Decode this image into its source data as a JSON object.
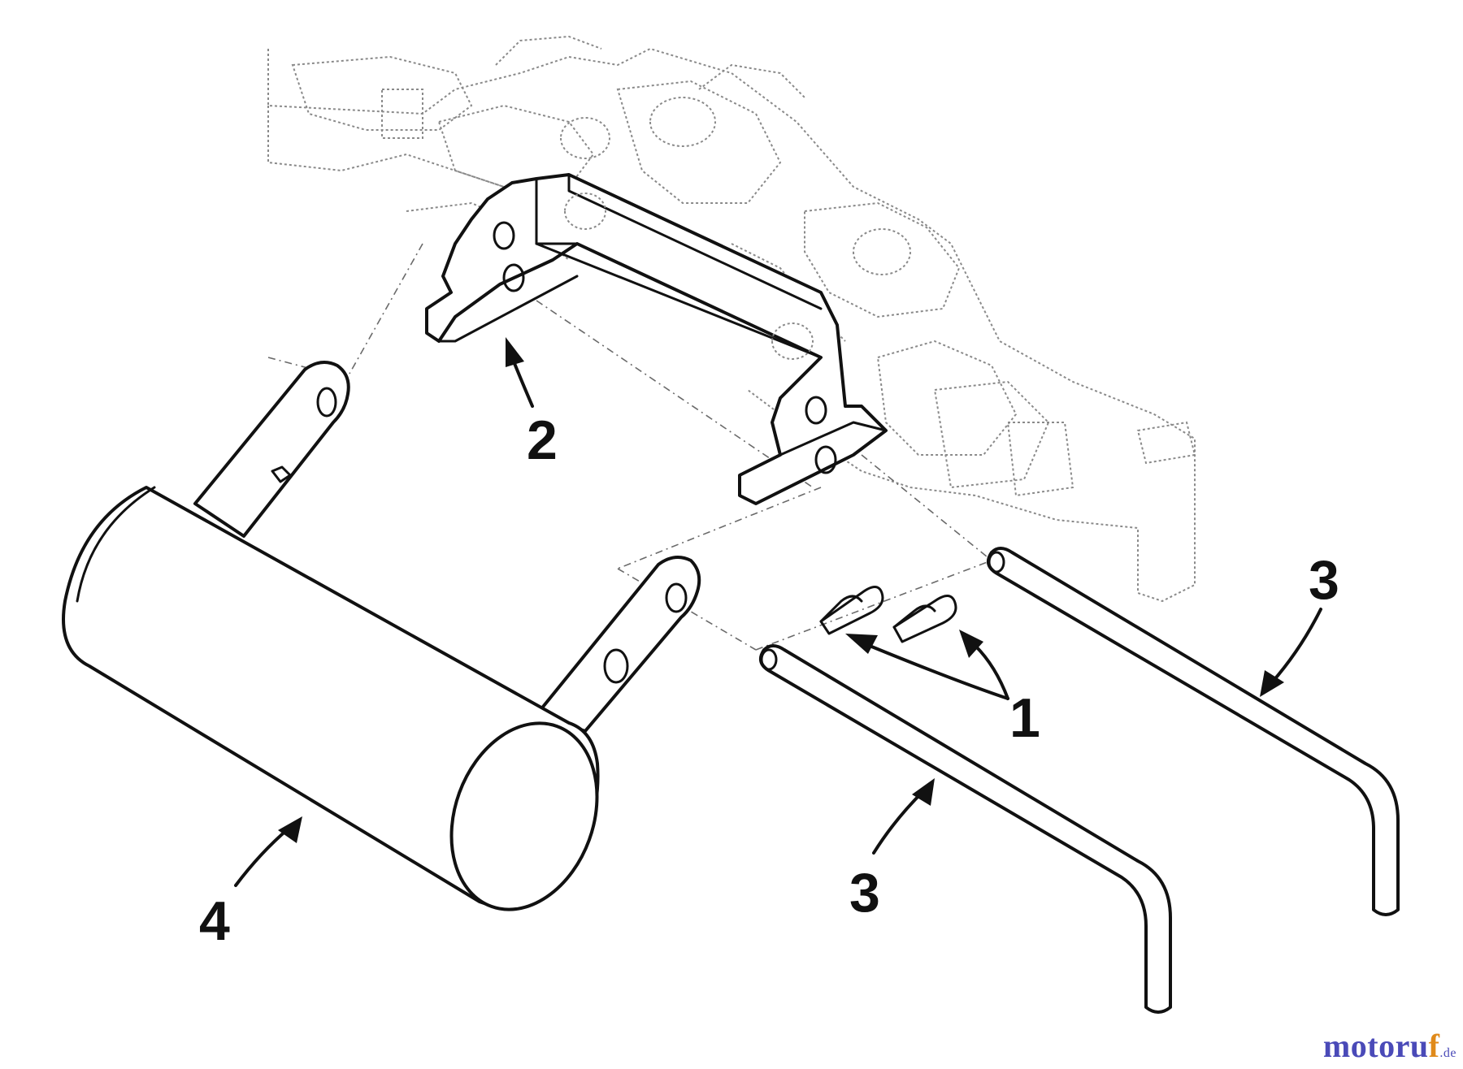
{
  "callouts": {
    "part_1": "1",
    "part_2": "2",
    "part_3a": "3",
    "part_3b": "3",
    "part_4": "4"
  },
  "watermark": {
    "brand_main": "motoru",
    "brand_accent": "f",
    "tld": ".de"
  },
  "colors": {
    "line": "#111111",
    "ghost": "#8a8a8a",
    "watermark": "#4a4ab8",
    "watermark_accent": "#e08a1a"
  }
}
